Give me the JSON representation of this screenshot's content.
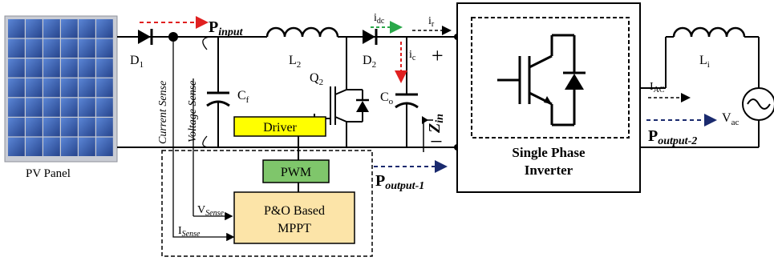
{
  "labels": {
    "pv_panel": "PV Panel",
    "d1": "D",
    "d1_sub": "1",
    "current_sense": "Current Sense",
    "voltage_sense": "Voltage Sense",
    "p_input": "P",
    "p_input_sub": "input",
    "l2": "L",
    "l2_sub": "2",
    "cf": "C",
    "cf_sub": "f",
    "q2": "Q",
    "q2_sub": "2",
    "d2": "D",
    "d2_sub": "2",
    "idc": "i",
    "idc_sub": "dc",
    "ir": "i",
    "ir_sub": "r",
    "ic": "i",
    "ic_sub": "c",
    "co": "C",
    "co_sub": "o",
    "zin": "Z",
    "zin_sub": "in",
    "plus": "+",
    "minus": "−",
    "driver": "Driver",
    "pwm": "PWM",
    "p_output1": "P",
    "p_output1_sub": "output-1",
    "vsense": "V",
    "vsense_sub": "Sense",
    "isense": "I",
    "isense_sub": "Sense",
    "mppt_line1": "P&O Based",
    "mppt_line2": "MPPT",
    "inverter_line1": "Single Phase",
    "inverter_line2": "Inverter",
    "iac": "I",
    "iac_sub": "AC",
    "li": "L",
    "li_sub": "i",
    "vac": "V",
    "vac_sub": "ac",
    "p_output2": "P",
    "p_output2_sub": "output-2"
  },
  "colors": {
    "line": "#000000",
    "driver_fill": "#ffff00",
    "pwm_fill": "#7fc66b",
    "mppt_fill": "#fce4a8",
    "arrow_red": "#e02020",
    "arrow_green": "#2aa84a",
    "arrow_navy": "#1a2a6e",
    "pv_cell": "#3b5fae",
    "pv_frame": "#c9ccd4"
  }
}
